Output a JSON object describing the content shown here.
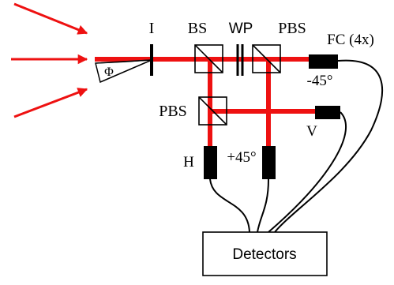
{
  "labels": {
    "iris": "I",
    "beam_splitter": "BS",
    "waveplate": "WP",
    "pbs_top": "PBS",
    "pbs_left": "PBS",
    "fiber_coupler": "FC (4x)",
    "phase": "Φ",
    "minus45": "-45°",
    "vertical": "V",
    "horizontal": "H",
    "plus45": "+45°",
    "detectors": "Detectors"
  },
  "colors": {
    "beam": "#ee1111",
    "arrow": "#ee1111",
    "component": "#000000",
    "background": "#ffffff"
  }
}
